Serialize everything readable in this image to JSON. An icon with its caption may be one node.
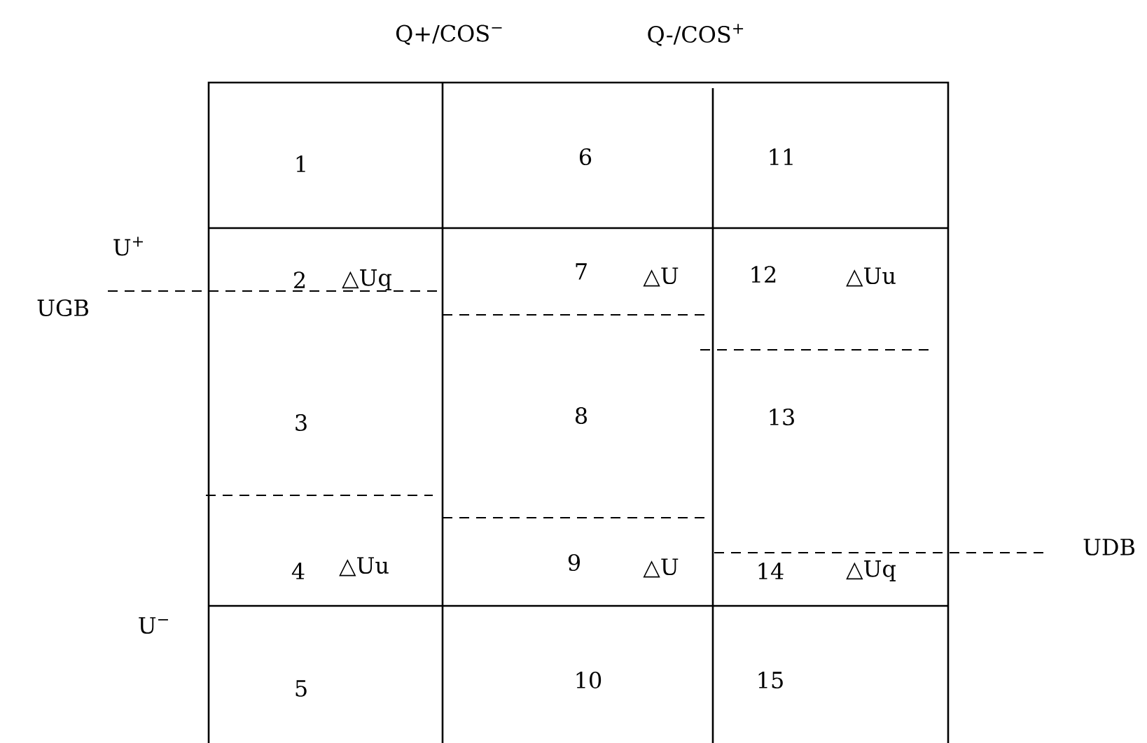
{
  "diagram": {
    "labels": [
      "Q+/COS$^{−}$",
      "Q-/COS$^{+}$",
      "1",
      "6",
      "11",
      "U$^{+}$",
      "2",
      "△Uq",
      "7",
      "△U",
      "12",
      "△Uu",
      "UGB",
      "3",
      "8",
      "13",
      "4",
      "△Uu",
      "9",
      "△U",
      "14",
      "△Uq",
      "UDB",
      "U$^{−}$",
      "5",
      "10",
      "15"
    ]
  }
}
